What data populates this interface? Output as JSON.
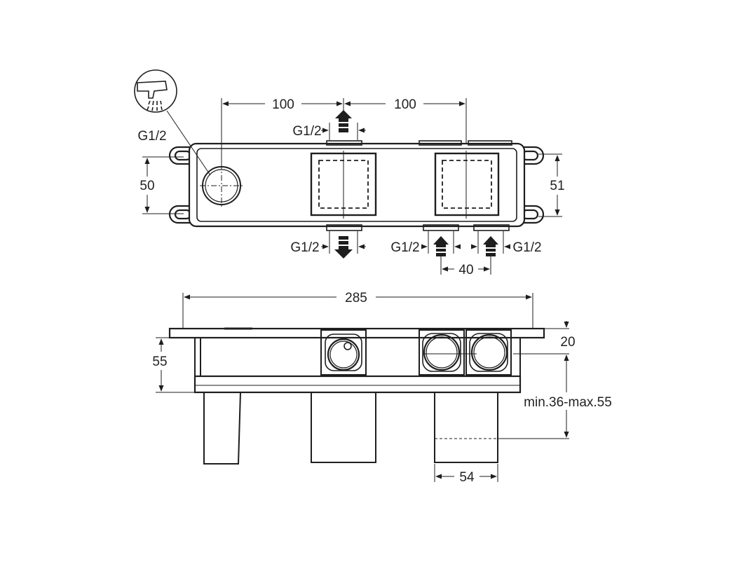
{
  "labels": {
    "dim_100_left": "100",
    "dim_100_right": "100",
    "dim_50": "50",
    "dim_51": "51",
    "dim_40": "40",
    "dim_285": "285",
    "dim_55": "55",
    "dim_20": "20",
    "dim_54": "54",
    "dim_min_max": "min.36-max.55",
    "thread_shower": "G1/2",
    "thread_top_outlet": "G1/2",
    "thread_bottom_outlet": "G1/2",
    "thread_inlet_left": "G1/2",
    "thread_inlet_right": "G1/2"
  },
  "icons": {
    "shower_symbol": "shower-head-icon"
  },
  "colors": {
    "line": "#1e1e1e",
    "background": "#ffffff"
  }
}
